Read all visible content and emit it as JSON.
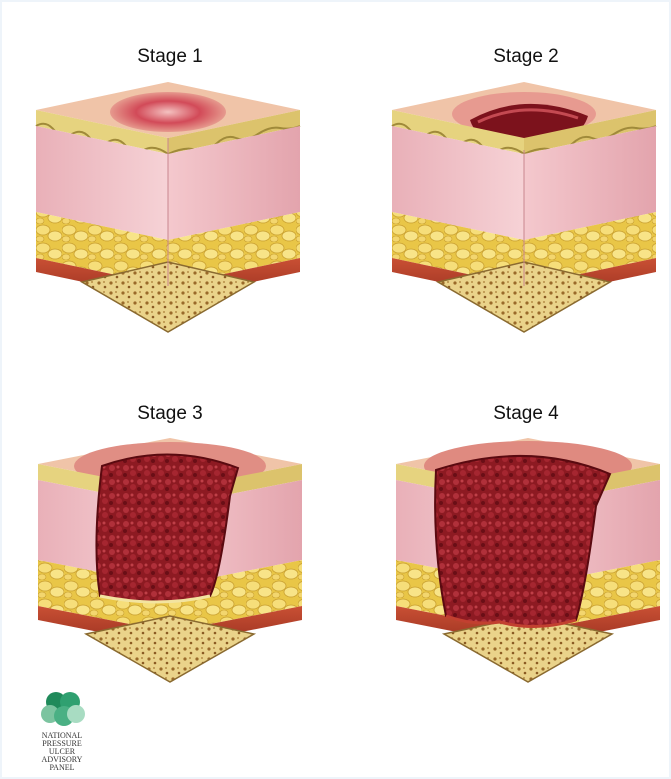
{
  "stages": [
    {
      "label": "Stage 1"
    },
    {
      "label": "Stage 2"
    },
    {
      "label": "Stage 3"
    },
    {
      "label": "Stage 4"
    }
  ],
  "logo": {
    "lines": [
      "NATIONAL",
      "PRESSURE",
      "ULCER",
      "ADVISORY",
      "PANEL"
    ]
  },
  "colors": {
    "skin_top": "#f0c8b0",
    "epidermis": "#e8d89a",
    "dermis": "#f2c6cc",
    "fat": "#f0d060",
    "muscle": "#b8442c",
    "bone": "#e8d48a",
    "wound": "#8a1620",
    "logo_green": "#3a9a6a"
  }
}
